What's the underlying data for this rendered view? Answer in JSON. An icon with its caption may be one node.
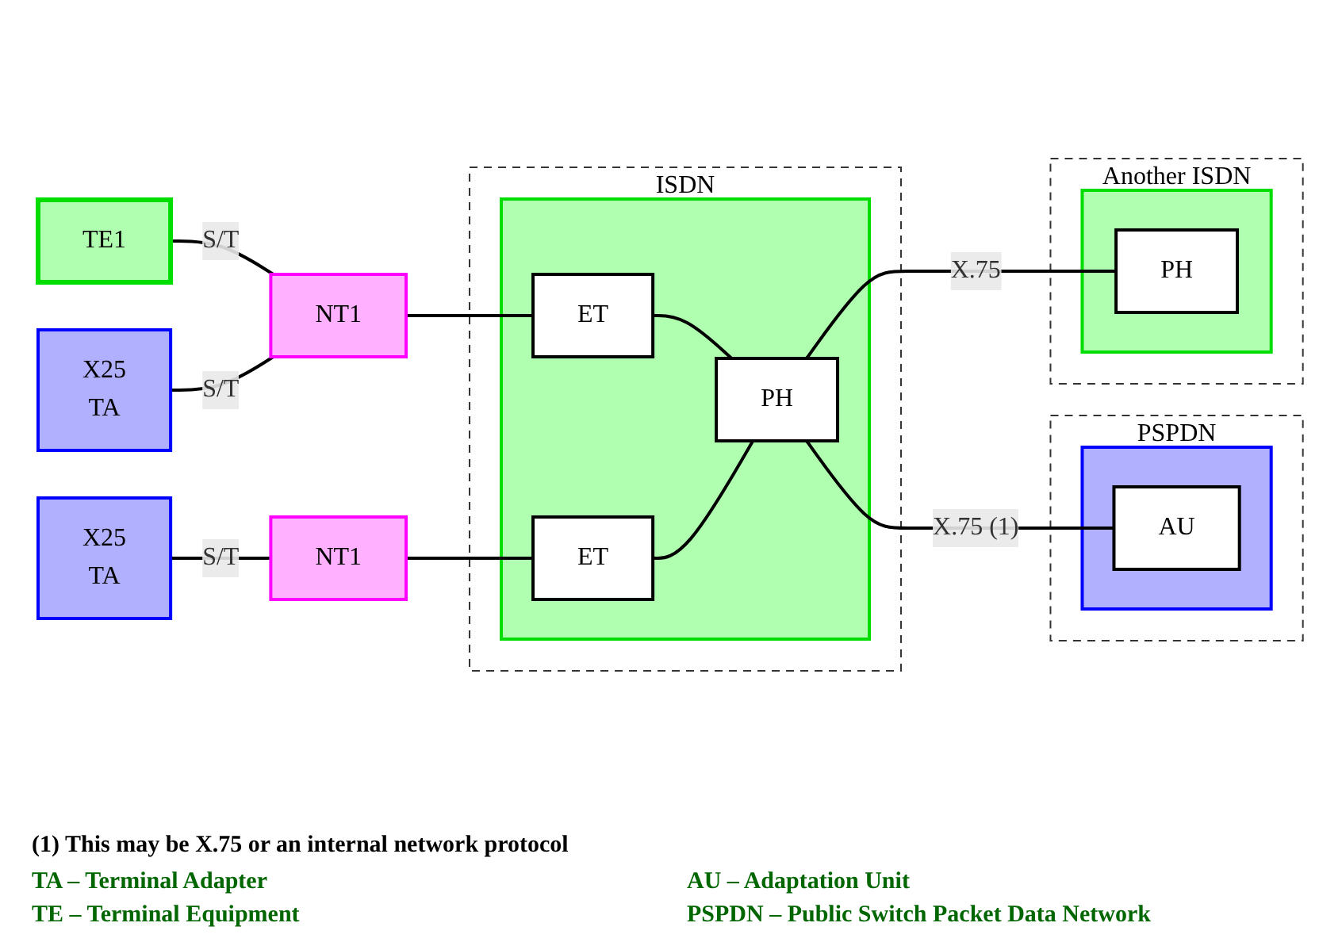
{
  "diagram": {
    "nodes": [
      {
        "text": [
          "TE1"
        ]
      },
      {
        "text": [
          "X25",
          "TA"
        ]
      },
      {
        "text": [
          "X25",
          "TA"
        ]
      },
      {
        "text": [
          "NT1"
        ]
      },
      {
        "text": [
          "NT1"
        ]
      },
      {
        "text": [
          "ISDN"
        ]
      },
      {
        "text": [],
        "shape": "box",
        "in": 5
      },
      {
        "text": [
          "ET"
        ],
        "in": 6
      },
      {
        "text": [
          "ET"
        ],
        "in": 6
      },
      {
        "text": [
          "PH"
        ],
        "in": 6
      },
      {
        "text": [
          "PSPDN"
        ]
      },
      {
        "text": [],
        "shape": "box",
        "in": 10
      },
      {
        "text": [
          "AU"
        ],
        "in": 11
      },
      {
        "text": [
          "Another ISDN"
        ]
      },
      {
        "text": [],
        "shape": "box",
        "in": 13
      },
      {
        "text": [
          "PH"
        ],
        "in": 14
      }
    ],
    "edges": [
      {
        "from": 0,
        "to": 3,
        "arrow": "none",
        "label": "S/T"
      },
      {
        "from": 1,
        "to": 3,
        "arrow": "none",
        "label": "S/T"
      },
      {
        "from": 2,
        "to": 4,
        "arrow": "none",
        "label": "S/T"
      },
      {
        "from": 3,
        "to": 7,
        "arrow": "none"
      },
      {
        "from": 4,
        "to": 8,
        "arrow": "none"
      },
      {
        "from": 7,
        "to": 9,
        "arrow": "none"
      },
      {
        "from": 8,
        "to": 9,
        "arrow": "none"
      },
      {
        "from": 9,
        "to": 12,
        "arrow": "none",
        "label": "X.75 (1)"
      },
      {
        "from": 9,
        "to": 15,
        "arrow": "none",
        "label": "X.75"
      }
    ],
    "labels": [
      "(1) This may be X.75 or an internal network protocol"
    ],
    "legend": [
      {
        "text": "TA – Terminal Adapter"
      },
      {
        "text": "TE – Terminal Equipment"
      },
      {
        "text": "AU – Adaptation Unit"
      },
      {
        "text": "PSPDN – Public Switch Packet Data Network"
      }
    ]
  }
}
